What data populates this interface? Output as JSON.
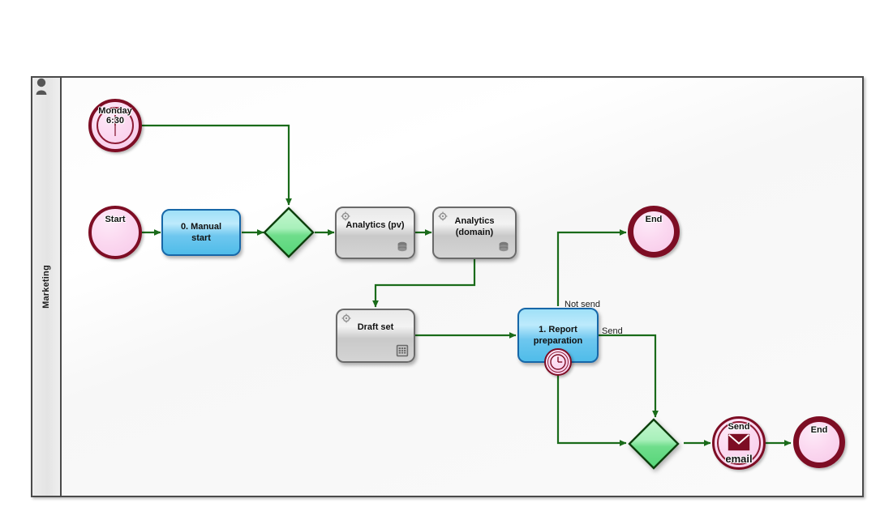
{
  "diagram": {
    "type": "bpmn-process-diagram",
    "pool": {
      "lane_label": "Marketing",
      "participant_icon": "person-icon"
    },
    "colors": {
      "flow_line": "#1a6b1a",
      "event_border": "#7d0d24",
      "event_fill": "#fbd8f0",
      "task_blue_border": "#1767a8",
      "task_blue_fill": "#6ec7ef",
      "task_grey_border": "#6a6a6a",
      "task_grey_fill": "#d4d4d4",
      "gateway_border": "#0d400d",
      "gateway_fill": "#8ef0a4",
      "lane_header": "#e8e8e8"
    },
    "nodes": [
      {
        "id": "timer_start",
        "kind": "timer-start-event",
        "label": "Monday\n6:30",
        "label_line1": "Monday",
        "label_line2": "6:30"
      },
      {
        "id": "start",
        "kind": "start-event",
        "label": "Start"
      },
      {
        "id": "manual_start",
        "kind": "user-task",
        "label": "0. Manual start",
        "label_line1": "0. Manual",
        "label_line2": "start"
      },
      {
        "id": "gw_join",
        "kind": "exclusive-gateway",
        "label": ""
      },
      {
        "id": "analytics_pv",
        "kind": "service-task",
        "label": "Analytics (pv)",
        "marker": "database-icon"
      },
      {
        "id": "analytics_dom",
        "kind": "service-task",
        "label": "Analytics (domain)",
        "label_line1": "Analytics",
        "label_line2": "(domain)",
        "marker": "database-icon"
      },
      {
        "id": "draft_set",
        "kind": "service-task",
        "label": "Draft set",
        "marker": "spreadsheet-icon"
      },
      {
        "id": "report_prep",
        "kind": "user-task",
        "label": "1. Report preparation",
        "label_line1": "1. Report",
        "label_line2": "preparation"
      },
      {
        "id": "timer_bnd",
        "kind": "boundary-timer-event",
        "label": ""
      },
      {
        "id": "end_not_send",
        "kind": "end-event",
        "label": "End"
      },
      {
        "id": "gw_merge",
        "kind": "exclusive-gateway",
        "label": ""
      },
      {
        "id": "send_email",
        "kind": "intermediate-message-throw-event",
        "label": "Send email",
        "label_top": "Send",
        "label_bottom": "email"
      },
      {
        "id": "end_sent",
        "kind": "end-event",
        "label": "End"
      }
    ],
    "flow_labels": {
      "not_send": "Not send",
      "send": "Send"
    },
    "flows": [
      {
        "from": "timer_start",
        "to": "gw_join",
        "label": ""
      },
      {
        "from": "start",
        "to": "manual_start",
        "label": ""
      },
      {
        "from": "manual_start",
        "to": "gw_join",
        "label": ""
      },
      {
        "from": "gw_join",
        "to": "analytics_pv",
        "label": ""
      },
      {
        "from": "analytics_pv",
        "to": "analytics_dom",
        "label": ""
      },
      {
        "from": "analytics_dom",
        "to": "draft_set",
        "label": ""
      },
      {
        "from": "draft_set",
        "to": "report_prep",
        "label": ""
      },
      {
        "from": "report_prep",
        "to": "end_not_send",
        "label": "Not send"
      },
      {
        "from": "report_prep",
        "to": "gw_merge",
        "label": "Send"
      },
      {
        "from": "timer_bnd",
        "to": "gw_merge",
        "label": ""
      },
      {
        "from": "gw_merge",
        "to": "send_email",
        "label": ""
      },
      {
        "from": "send_email",
        "to": "end_sent",
        "label": ""
      }
    ]
  }
}
